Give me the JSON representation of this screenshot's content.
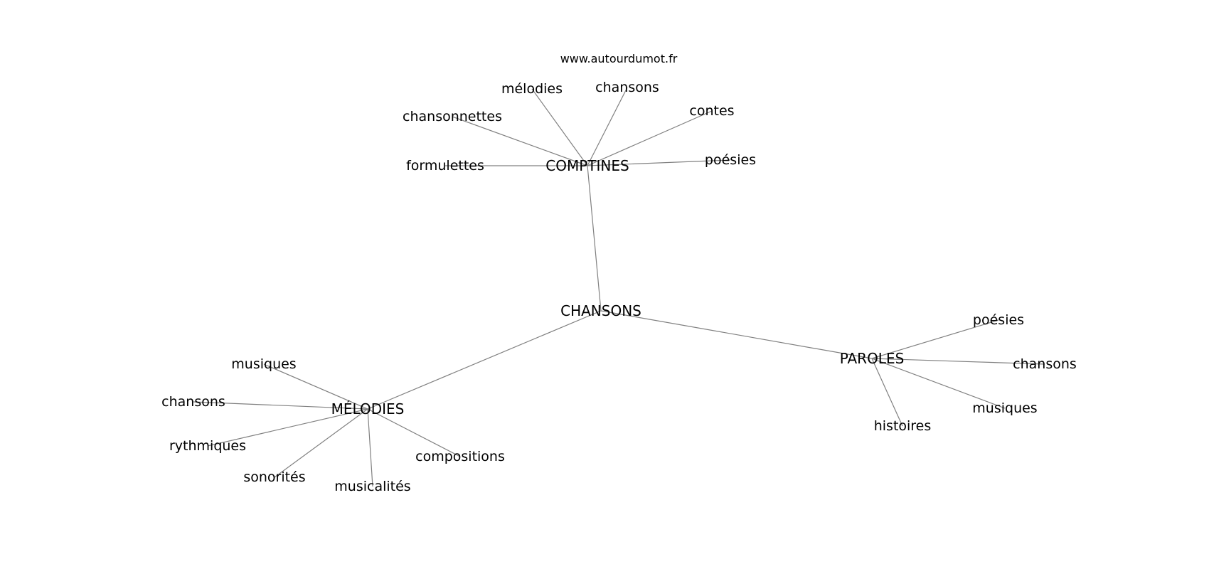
{
  "site": "www.autourdumot.fr",
  "center": {
    "label": "CHANSONS"
  },
  "hubs": [
    {
      "id": "comptines",
      "label": "COMPTINES",
      "leaves": [
        "mélodies",
        "chansons",
        "chansonnettes",
        "contes",
        "formulettes",
        "poésies"
      ]
    },
    {
      "id": "melodies",
      "label": "MÉLODIES",
      "leaves": [
        "musiques",
        "chansons",
        "rythmiques",
        "sonorités",
        "musicalités",
        "compositions"
      ]
    },
    {
      "id": "paroles",
      "label": "PAROLES",
      "leaves": [
        "poésies",
        "chansons",
        "musiques",
        "histoires"
      ]
    }
  ]
}
